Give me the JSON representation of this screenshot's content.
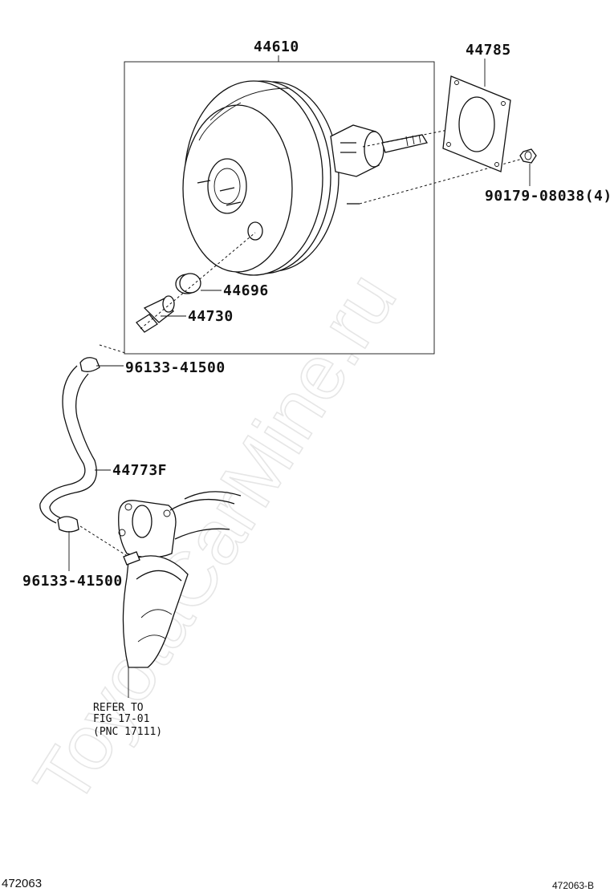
{
  "diagram": {
    "parts": {
      "booster": "44610",
      "gasket": "44785",
      "nut": "90179-08038(4)",
      "grommet": "44696",
      "check_valve": "44730",
      "clip_upper": "96133-41500",
      "hose": "44773F",
      "clip_lower": "96133-41500"
    },
    "reference_note": {
      "line1": "REFER TO",
      "line2": "FIG 17-01",
      "line3": "(PNC 17111)"
    },
    "figure_id": "472063",
    "figure_id_small": "472063-B",
    "watermark": "ToyotaCarMine.ru"
  }
}
